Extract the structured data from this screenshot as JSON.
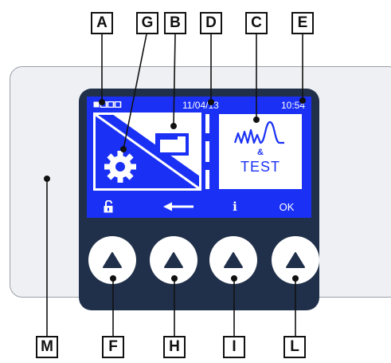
{
  "callouts": {
    "a": "A",
    "g": "G",
    "b": "B",
    "d": "D",
    "c": "C",
    "e": "E",
    "m": "M",
    "f": "F",
    "h": "H",
    "i": "I",
    "l": "L"
  },
  "screen": {
    "date": "11/04/13",
    "time": "10:54",
    "right_button": {
      "amp": "&",
      "label": "TEST"
    },
    "left_button_icons": [
      "folder-icon",
      "gear-icon"
    ],
    "battery_segments": 4
  },
  "softkeys": [
    {
      "icon": "unlock-icon"
    },
    {
      "icon": "arrow-left-icon"
    },
    {
      "text": "i",
      "icon": "info-icon"
    },
    {
      "text": "OK"
    }
  ],
  "hardware_buttons": [
    "arrow-up-icon",
    "arrow-up-icon",
    "arrow-up-icon",
    "arrow-up-icon"
  ],
  "colors": {
    "screen_blue": "#1a31f5",
    "device_body": "#20304a",
    "panel": "#eef0f3"
  }
}
